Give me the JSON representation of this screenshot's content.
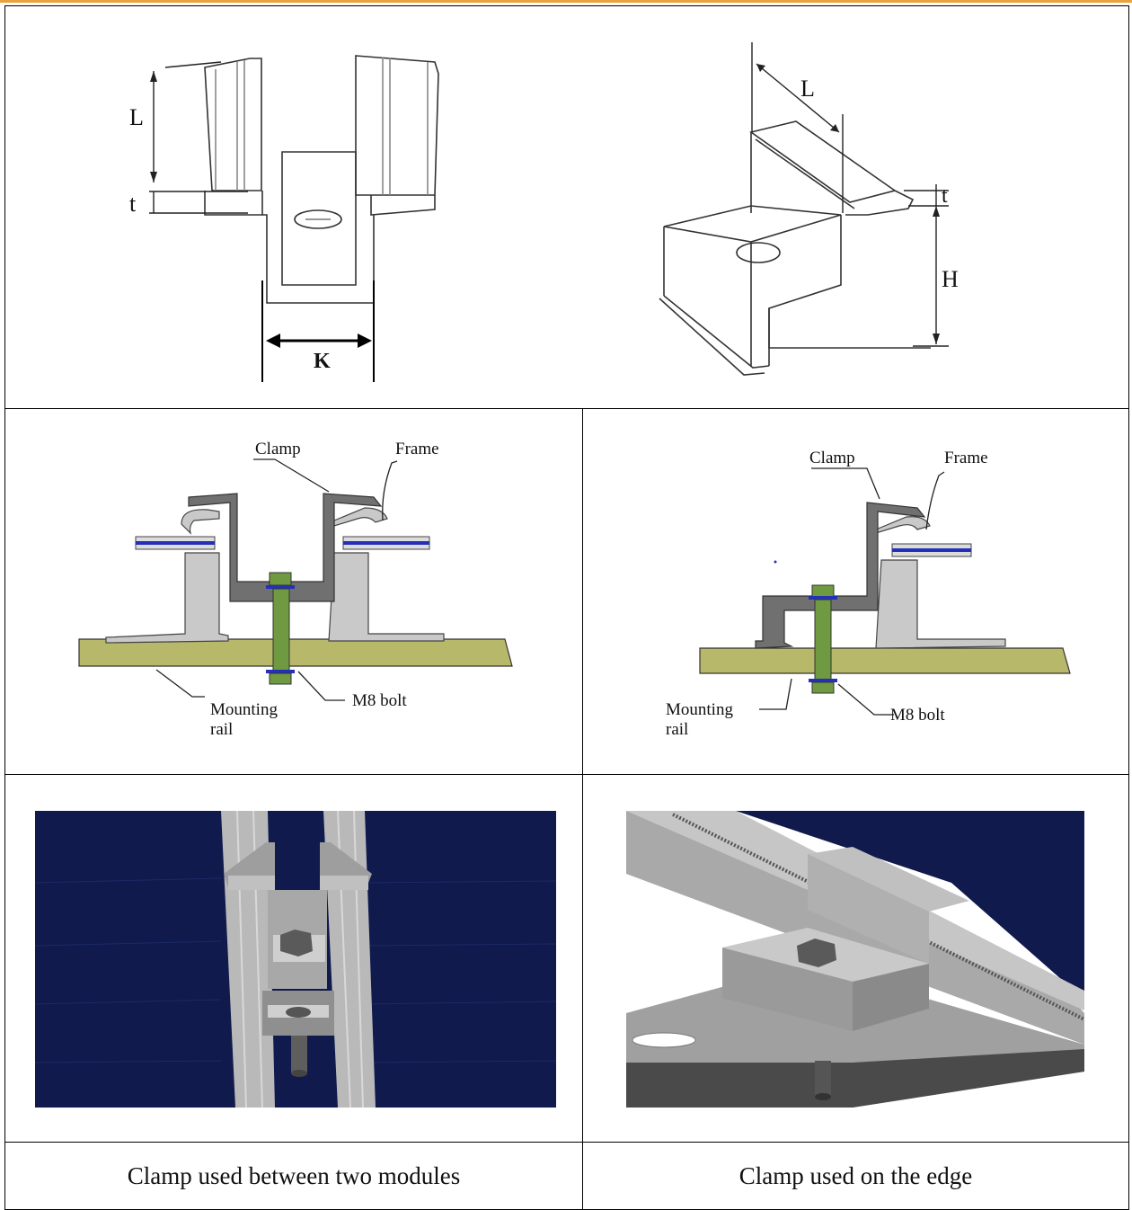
{
  "top_row": {
    "left_drawing": {
      "dim_L": "L",
      "dim_t": "t",
      "dim_K": "K"
    },
    "right_drawing": {
      "dim_L": "L",
      "dim_t": "t",
      "dim_H": "H"
    }
  },
  "middle_row": {
    "left": {
      "clamp_label": "Clamp",
      "frame_label": "Frame",
      "rail_label_line1": "Mounting",
      "rail_label_line2": "rail",
      "bolt_label": "M8 bolt"
    },
    "right": {
      "clamp_label": "Clamp",
      "frame_label": "Frame",
      "rail_label_line1": "Mounting",
      "rail_label_line2": "rail",
      "bolt_label": "M8 bolt"
    }
  },
  "captions": {
    "left": "Clamp used between two modules",
    "right": "Clamp used on the edge"
  },
  "colors": {
    "panel_blue": "#101a4c",
    "rail_olive": "#b8b86a",
    "bolt_green": "#6f9a42",
    "clamp_gray": "#707070",
    "frame_gray": "#c9c9c9",
    "glass_blue": "#2430b8"
  }
}
